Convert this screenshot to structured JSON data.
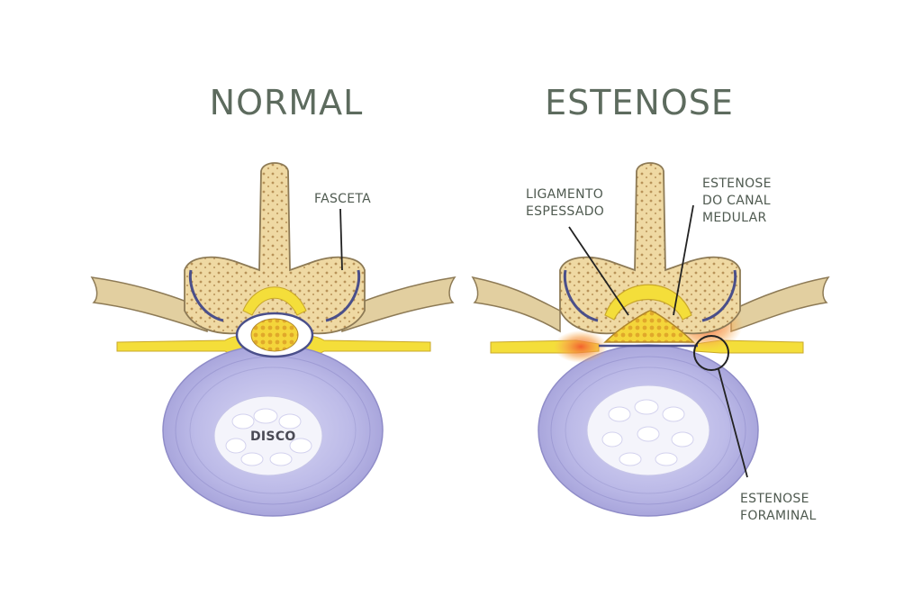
{
  "titles": {
    "left": "NORMAL",
    "right": "ESTENOSE"
  },
  "labels": {
    "fasceta": "FASCETA",
    "disco": "DISCO",
    "ligamento_line1": "LIGAMENTO",
    "ligamento_line2": "ESPESSADO",
    "canal_line1": "ESTENOSE",
    "canal_line2": "DO CANAL",
    "canal_line3": "MEDULAR",
    "foraminal_line1": "ESTENOSE",
    "foraminal_line2": "FORAMINAL"
  },
  "colors": {
    "title": "#5d6b5e",
    "bone": "#efd9a3",
    "bone_dark": "#c9a86a",
    "disc_outer": "#b8b6e6",
    "disc_inner": "#f3f3fb",
    "nerve": "#f4de3a",
    "inflammation": "#f07a3c"
  }
}
